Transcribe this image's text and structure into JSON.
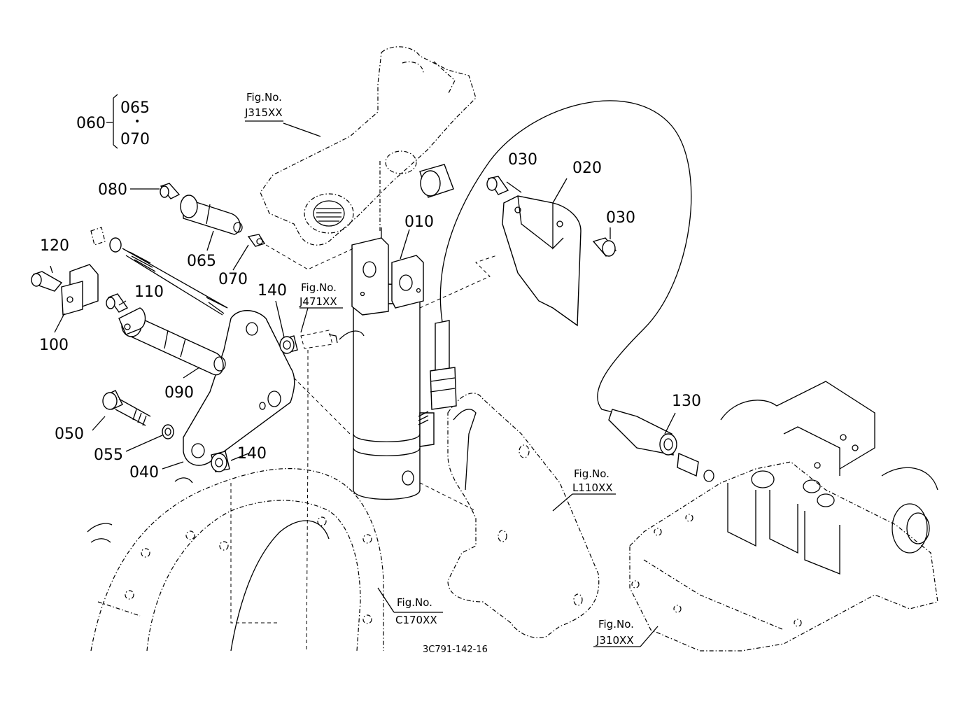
{
  "callouts": {
    "c010": "010",
    "c020": "020",
    "c030a": "030",
    "c030b": "030",
    "c040": "040",
    "c050": "050",
    "c055": "055",
    "c060": "060",
    "c065a": "065",
    "c065b": "065",
    "c070a": "070",
    "c070b": "070",
    "c080": "080",
    "c090": "090",
    "c100": "100",
    "c110": "110",
    "c120": "120",
    "c130": "130",
    "c140a": "140",
    "c140b": "140"
  },
  "fig_refs": {
    "label": "Fig.No.",
    "j315": "J315XX",
    "j471": "J471XX",
    "l110": "L110XX",
    "c170": "C170XX",
    "j310": "J310XX"
  },
  "diagram_code": "3C791-142-16"
}
